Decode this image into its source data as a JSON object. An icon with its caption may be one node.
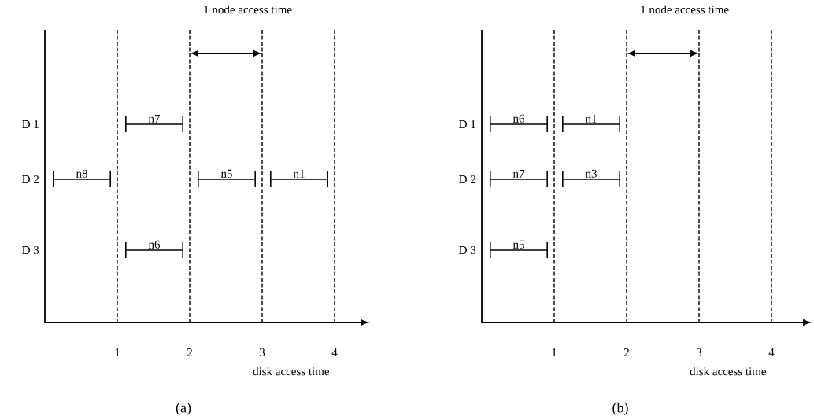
{
  "diagram": {
    "nodes": [
      {
        "text": [
          "n7"
        ]
      },
      {
        "text": [
          "n8"
        ]
      },
      {
        "text": [
          "n5"
        ]
      },
      {
        "text": [
          "n1"
        ]
      },
      {
        "text": [
          "n6"
        ]
      },
      {
        "text": [
          "n6"
        ]
      },
      {
        "text": [
          "n1"
        ]
      },
      {
        "text": [
          "n7"
        ]
      },
      {
        "text": [
          "n3"
        ]
      },
      {
        "text": [
          "n5"
        ]
      }
    ],
    "labels": [
      "1 node access time",
      "D 1",
      "D 2",
      "D 3",
      "1",
      "2",
      "3",
      "4",
      "disk access time",
      "(a)",
      "1 node access time",
      "D 1",
      "D 2",
      "D 3",
      "1",
      "2",
      "3",
      "4",
      "disk access time",
      "(b)"
    ]
  }
}
